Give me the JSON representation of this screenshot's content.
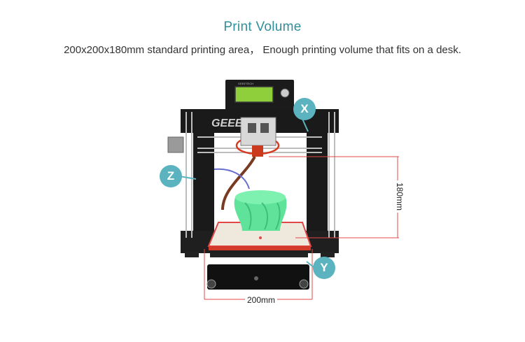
{
  "header": {
    "title": "Print Volume",
    "subtitle": "200x200x180mm standard printing area， Enough printing volume that fits on a desk."
  },
  "printer": {
    "brand_frame": "GEEE",
    "lcd_brand": "GEEETECH"
  },
  "axes": {
    "x_label": "X",
    "y_label": "Y",
    "z_label": "Z"
  },
  "dimensions": {
    "width": "200mm",
    "height": "180mm"
  },
  "colors": {
    "accent": "#5ab3be",
    "title": "#2f8f9b",
    "dimension_line": "#e04848",
    "print_model": "#5fe39a"
  }
}
